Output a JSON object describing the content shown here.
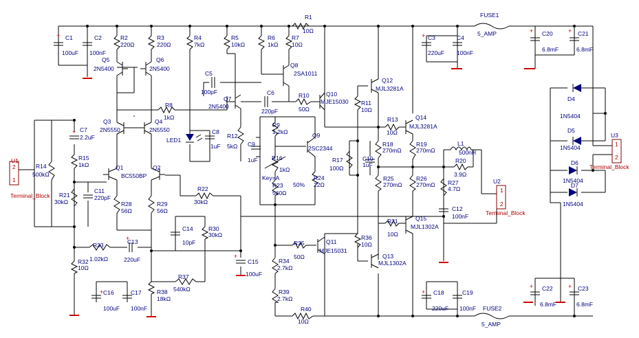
{
  "components": {
    "C1": [
      "C1",
      "100uF"
    ],
    "C2": [
      "C2",
      "100nF"
    ],
    "C3": [
      "C3",
      "220uF"
    ],
    "C4": [
      "C4",
      "100nF"
    ],
    "C5": [
      "C5",
      "100pF"
    ],
    "C6": [
      "C6",
      "220pF"
    ],
    "C7": [
      "C7",
      "2.2uF"
    ],
    "C8": [
      "C8",
      "1uF"
    ],
    "C9": [
      "C9",
      "1uF"
    ],
    "C10": [
      "C10",
      "1uF"
    ],
    "C11": [
      "C11",
      "220pF"
    ],
    "C12": [
      "C12",
      "100nF"
    ],
    "C13": [
      "C13",
      "220uF"
    ],
    "C14": [
      "C14",
      "10pF"
    ],
    "C15": [
      "C15",
      "100uF"
    ],
    "C16": [
      "C16",
      "100uF"
    ],
    "C17": [
      "C17",
      "100nF"
    ],
    "C18": [
      "C18",
      "220uF"
    ],
    "C19": [
      "C19",
      "100nF"
    ],
    "C20": [
      "C20",
      "6.8mF"
    ],
    "C21": [
      "C21",
      "6.8mF"
    ],
    "C22": [
      "C22",
      "6.8mF"
    ],
    "C23": [
      "C23",
      "6.8mF"
    ],
    "R1": [
      "R1",
      "10Ω"
    ],
    "R2": [
      "R2",
      "220Ω"
    ],
    "R3": [
      "R3",
      "220Ω"
    ],
    "R4": [
      "R4",
      "7kΩ"
    ],
    "R5": [
      "R5",
      "10kΩ"
    ],
    "R6": [
      "R6",
      "1kΩ"
    ],
    "R7": [
      "R7",
      "10Ω"
    ],
    "R8": [
      "R8",
      "1kΩ"
    ],
    "R9": [
      "R9",
      "1.2kΩ"
    ],
    "R10": [
      "R10",
      "50Ω"
    ],
    "R11": [
      "R11",
      "10Ω"
    ],
    "R12": [
      "R12",
      "5kΩ"
    ],
    "R13": [
      "R13",
      "10Ω"
    ],
    "R14": [
      "R14",
      "500kΩ"
    ],
    "R15": [
      "R15",
      "1kΩ"
    ],
    "R16": [
      "R16",
      "1kΩ"
    ],
    "R17": [
      "R17",
      "100Ω"
    ],
    "R18": [
      "R18",
      "270mΩ"
    ],
    "R19": [
      "R19",
      "270mΩ"
    ],
    "R20": [
      "R20",
      "3.9Ω"
    ],
    "R21": [
      "R21",
      "30kΩ"
    ],
    "R22": [
      "R22",
      "30kΩ"
    ],
    "R23": [
      "R23",
      "560Ω"
    ],
    "R24": [
      "R24",
      "22Ω"
    ],
    "R25": [
      "R25",
      "270mΩ"
    ],
    "R26": [
      "R26",
      "270mΩ"
    ],
    "R27": [
      "R27",
      "4.7Ω"
    ],
    "R28": [
      "R28",
      "56Ω"
    ],
    "R29": [
      "R29",
      "56Ω"
    ],
    "R30": [
      "R30",
      "30kΩ"
    ],
    "R31": [
      "R31",
      "10Ω"
    ],
    "R32": [
      "R32",
      "10Ω"
    ],
    "R33": [
      "R33",
      "1.02kΩ"
    ],
    "R34": [
      "R34",
      "2.7kΩ"
    ],
    "R35": [
      "R35",
      "50Ω"
    ],
    "R36": [
      "R36",
      "10Ω"
    ],
    "R37": [
      "R37",
      "540kΩ"
    ],
    "R38": [
      "R38",
      "18kΩ"
    ],
    "R39": [
      "R39",
      "2.7kΩ"
    ],
    "R40": [
      "R40",
      "10Ω"
    ],
    "Q1": [
      "Q1",
      "BC550BP"
    ],
    "Q2": [
      "Q2",
      ""
    ],
    "Q3": [
      "Q3",
      "2N5550"
    ],
    "Q4": [
      "Q4",
      "2N5550"
    ],
    "Q5": [
      "Q5",
      "2N5400"
    ],
    "Q6": [
      "Q6",
      "2N5400"
    ],
    "Q7": [
      "Q7",
      "2N5400"
    ],
    "Q8": [
      "Q8",
      "2SA1011"
    ],
    "Q9": [
      "Q9",
      "2SC2344"
    ],
    "Q10": [
      "Q10",
      "MJE15030"
    ],
    "Q11": [
      "Q11",
      "MJE15031"
    ],
    "Q12": [
      "Q12",
      "MJL3281A"
    ],
    "Q13": [
      "Q13",
      "MJL1302A"
    ],
    "Q14": [
      "Q14",
      "MJL3281A"
    ],
    "Q15": [
      "Q15",
      "MJL1302A"
    ],
    "L1": [
      "L1",
      "500nH"
    ],
    "LED1": [
      "LED1",
      ""
    ],
    "D4": [
      "D4",
      "1N5404"
    ],
    "D5": [
      "D5",
      "1N5404"
    ],
    "D6": [
      "D6",
      "1N5404"
    ],
    "D7": [
      "D7",
      "1N5404"
    ],
    "FUSE1": [
      "FUSE1",
      "5_AMP"
    ],
    "FUSE2": [
      "FUSE2",
      "5_AMP"
    ],
    "U1": [
      "U1",
      "Terminal_Block"
    ],
    "U2": [
      "U2",
      "Terminal_Block"
    ],
    "U3": [
      "U3",
      "Terminal_Block"
    ]
  },
  "extras": {
    "r16_key": "Key=A",
    "r16_percent": "50%"
  },
  "pins": {
    "one": "1",
    "two": "2"
  },
  "colors": {
    "wire": "#000000",
    "label": "#000080",
    "ground": "#d00000",
    "terminal": "#800000"
  }
}
